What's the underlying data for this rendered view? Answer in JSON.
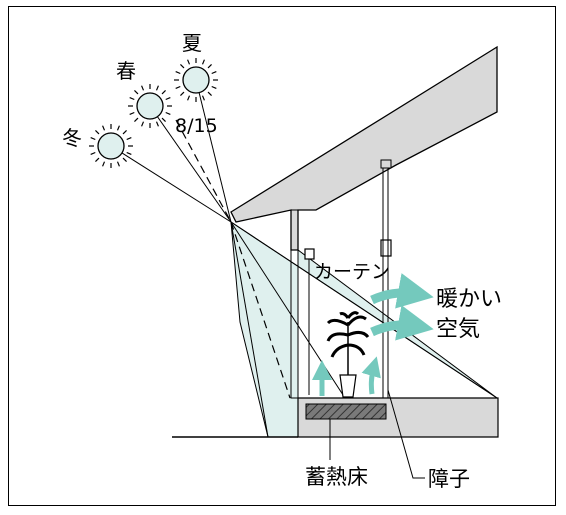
{
  "seasons": {
    "winter": "冬",
    "spring": "春",
    "summer": "夏",
    "date": "8/15"
  },
  "labels": {
    "curtain": "カーテン",
    "warm_line1": "暖かい",
    "warm_line2": "空気",
    "thermal_floor": "蓄熱床",
    "shoji": "障子"
  },
  "colors": {
    "sunlight": "#dff0ee",
    "structure": "#d9d9d9",
    "airflow": "#74c9bd",
    "outline": "#000000"
  },
  "icons": {
    "sun": "sun-icon",
    "plant": "potted-plant-icon",
    "arrow": "warm-air-arrow-icon"
  }
}
